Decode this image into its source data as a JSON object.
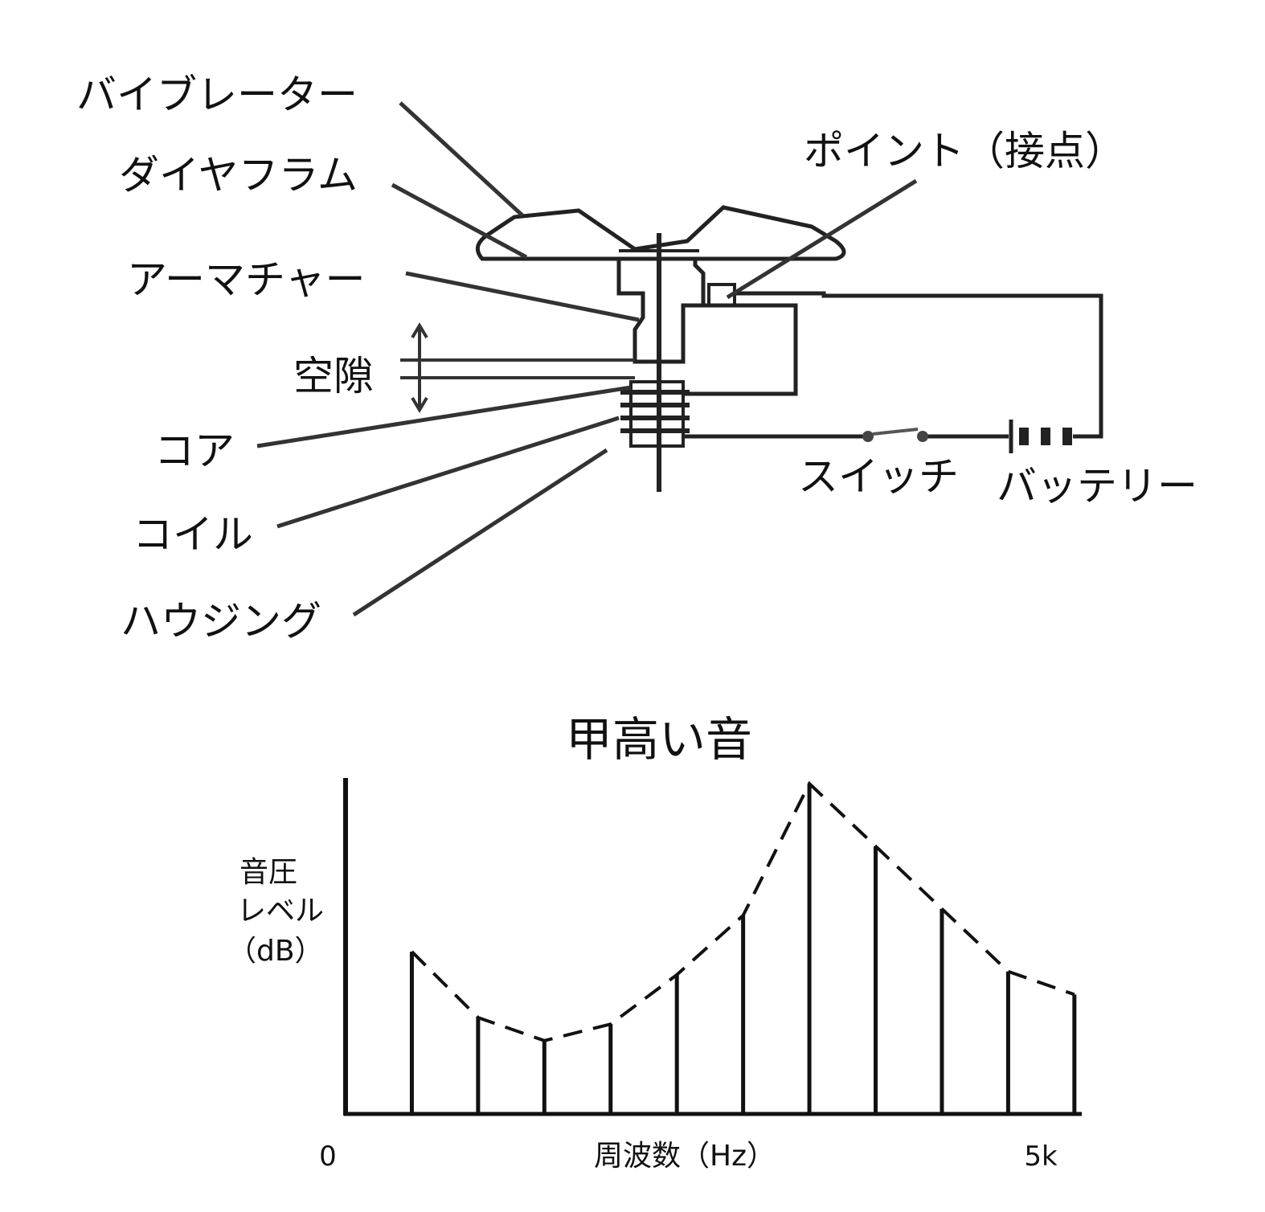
{
  "diagram": {
    "labels": {
      "vibrator": "バイブレーター",
      "diaphragm": "ダイヤフラム",
      "armature": "アーマチャー",
      "air_gap": "空隙",
      "core": "コア",
      "coil": "コイル",
      "housing": "ハウジング",
      "point": "ポイント（接点）",
      "switch": "スイッチ",
      "battery": "バッテリー"
    }
  },
  "chart": {
    "title": "甲高い音",
    "ylabel_line1": "音圧",
    "ylabel_line2": "レベル",
    "ylabel_line3": "（dB）",
    "xlabel": "周波数（Hz）",
    "x_tick_start": "0",
    "x_tick_end": "5k"
  },
  "chart_data": {
    "type": "bar",
    "title": "甲高い音",
    "xlabel": "周波数（Hz）",
    "ylabel": "音圧 レベル （dB）",
    "xlim": [
      0,
      5000
    ],
    "x_ticks": [
      "0",
      "5k"
    ],
    "x": [
      450,
      900,
      1350,
      1800,
      2250,
      2700,
      3150,
      3600,
      4050,
      4500,
      4950
    ],
    "values": [
      49,
      29,
      22,
      27,
      42,
      60,
      100,
      81,
      62,
      43,
      36
    ],
    "envelope": "dashed",
    "ylim": [
      0,
      100
    ],
    "grid": false,
    "legend": "none"
  }
}
